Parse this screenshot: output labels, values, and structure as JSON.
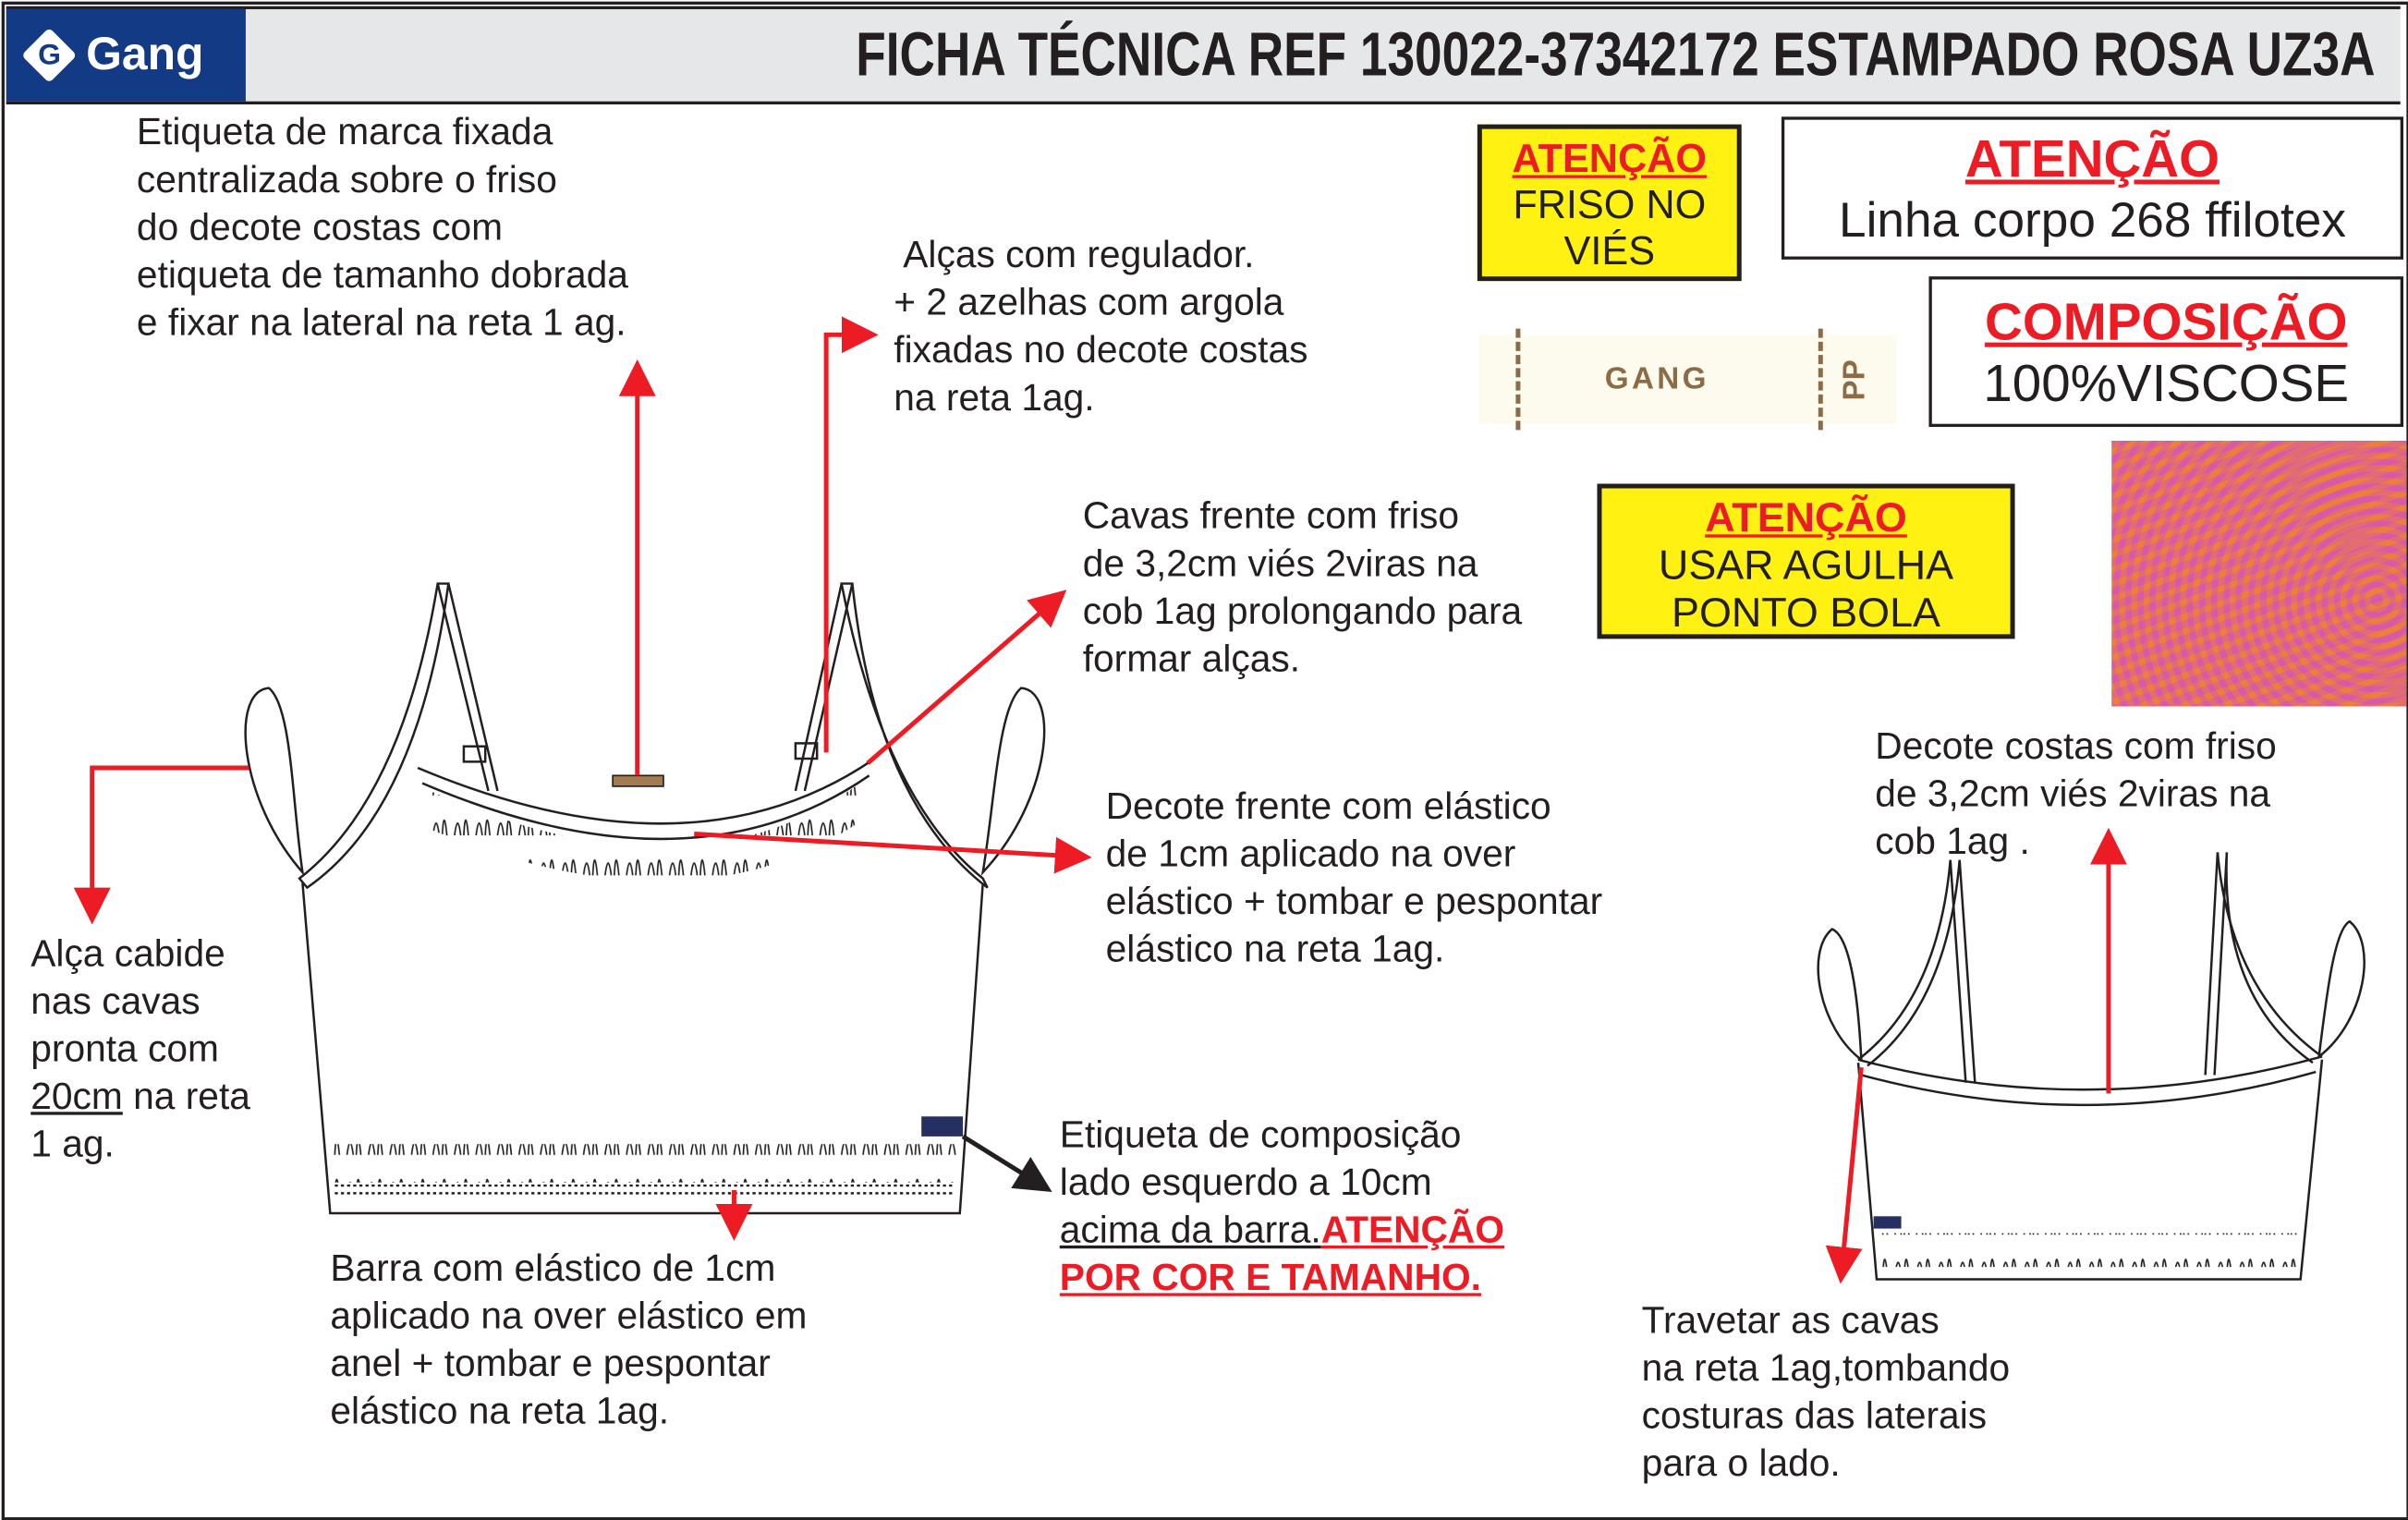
{
  "header": {
    "brand": "Gang",
    "title": "FICHA TÉCNICA REF 130022-37342172 ESTAMPADO ROSA UZ3A"
  },
  "notes": {
    "etiqueta_marca": [
      "Etiqueta de marca fixada",
      "centralizada sobre o friso",
      "do decote costas com",
      "etiqueta de tamanho dobrada",
      "e fixar na lateral na reta 1 ag."
    ],
    "alcas": [
      "Alças com regulador.",
      "+ 2 azelhas com argola",
      "fixadas no decote costas",
      "na reta 1ag."
    ],
    "cavas": [
      "Cavas frente com friso",
      "de 3,2cm viés 2viras na",
      "cob 1ag prolongando para",
      "formar alças."
    ],
    "decote_frente": [
      "Decote frente com elástico",
      "de 1cm aplicado na over",
      "elástico + tombar e pespontar",
      "elástico na reta 1ag."
    ],
    "alca_cabide": [
      "Alça cabide",
      "nas cavas",
      "pronta com",
      "20cm",
      " na reta",
      "1 ag."
    ],
    "etiqueta_composicao": [
      "Etiqueta de composição",
      "lado esquerdo a 10cm",
      "acima da barra.",
      "ATENÇÃO",
      "POR COR E TAMANHO."
    ],
    "barra": [
      "Barra com elástico de 1cm",
      "aplicado na over elástico em",
      "anel + tombar e pespontar",
      "elástico na reta 1ag."
    ],
    "decote_costas": [
      "Decote costas com friso",
      "de 3,2cm viés 2viras na",
      "cob 1ag ."
    ],
    "travetar": [
      "Travetar as cavas",
      "na reta 1ag,tombando",
      "costuras das laterais",
      "para o lado."
    ]
  },
  "boxes": {
    "friso": {
      "title": "ATENÇÃO",
      "lines": [
        "FRISO NO",
        "VIÉS"
      ]
    },
    "linha": {
      "title": "ATENÇÃO",
      "text": "Linha corpo 268 ffilotex"
    },
    "composicao": {
      "title": "COMPOSIÇÃO",
      "text": "100%VISCOSE"
    },
    "agulha": {
      "title": "ATENÇÃO",
      "lines": [
        "USAR AGULHA",
        "PONTO BOLA"
      ]
    }
  },
  "tag": {
    "brand": "GANG",
    "size": "PP"
  },
  "colors": {
    "accent": "#ed1c24",
    "highlight": "#fff212",
    "brand": "#123a85"
  }
}
